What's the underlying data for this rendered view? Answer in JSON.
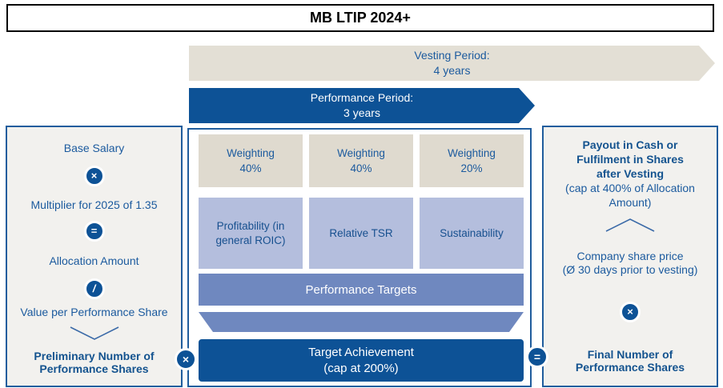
{
  "title": "MB LTIP 2024+",
  "colors": {
    "dark_blue": "#0d5296",
    "medium_blue": "#6f88bf",
    "light_blue": "#b4bedd",
    "beige_box": "#dfdacf",
    "vesting_arrow": "#e3dfd5",
    "panel_background": "#f2f1ee",
    "panel_border": "#205d9d",
    "text_blue": "#1b5a9e"
  },
  "timeline": {
    "vesting": {
      "label": "Vesting Period:",
      "duration": "4 years"
    },
    "performance": {
      "label": "Performance Period:",
      "duration": "3 years"
    }
  },
  "left_panel": {
    "base_salary": "Base Salary",
    "multiply": "×",
    "multiplier": "Multiplier for 2025 of 1.35",
    "equals": "=",
    "allocation": "Allocation Amount",
    "divide": "/",
    "value_per_share": "Value per Performance Share",
    "result": "Preliminary Number of Performance Shares"
  },
  "middle_panel": {
    "weightings": [
      {
        "label": "Weighting",
        "value": "40%"
      },
      {
        "label": "Weighting",
        "value": "40%"
      },
      {
        "label": "Weighting",
        "value": "20%"
      }
    ],
    "criteria": [
      "Profitability (in general ROIC)",
      "Relative TSR",
      "Sustainability"
    ],
    "performance_targets": "Performance Targets",
    "target_achievement": {
      "line1": "Target Achievement",
      "line2": "(cap at 200%)"
    }
  },
  "right_panel": {
    "payout_heading": "Payout in Cash or Fulfilment in Shares after Vesting",
    "payout_note": "(cap at 400% of Allocation Amount)",
    "share_price": "Company share price",
    "share_price_note": "(Ø 30 days prior to vesting)",
    "multiply": "×",
    "result": "Final Number of Performance Shares"
  },
  "connectors": {
    "multiply": "×",
    "equals": "="
  }
}
